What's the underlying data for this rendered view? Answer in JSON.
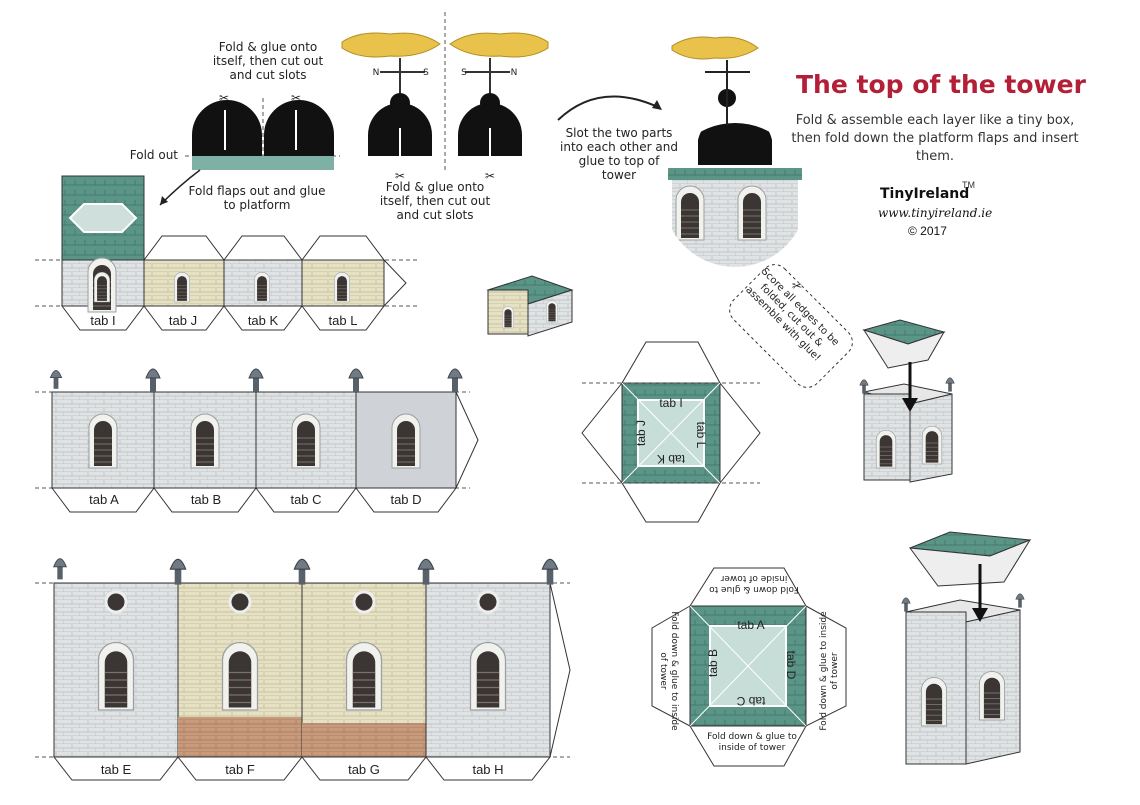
{
  "header": {
    "title": "The top of the tower",
    "description": "Fold & assemble each layer like a tiny box, then fold down the platform flaps and insert them.",
    "brand": "TinyIreland",
    "trademark": "TM",
    "url": "www.tinyireland.ie",
    "copyright": "© 2017"
  },
  "notes": {
    "fold_glue_top": "Fold & glue onto itself, then cut out and cut slots",
    "fold_glue_bottom": "Fold & glue onto itself, then cut out and cut slots",
    "fold_out": "Fold out",
    "fold_flaps": "Fold flaps out and glue to platform",
    "slot_parts": "Slot the two parts into each other and glue to top of tower",
    "score_edges": "Score all edges to be folded, cut out & assemble with glue!",
    "fold_down_top": "Fold down & glue to inside of tower",
    "fold_down_left": "Fold down & glue to inside of tower",
    "fold_down_right": "Fold down & glue to inside of tower",
    "fold_down_bottom": "Fold down & glue to inside of tower"
  },
  "compass": {
    "n": "N",
    "s": "S"
  },
  "tabs_row1": [
    "tab I",
    "tab J",
    "tab K",
    "tab L"
  ],
  "tabs_row2": [
    "tab A",
    "tab B",
    "tab C",
    "tab D"
  ],
  "tabs_row3": [
    "tab E",
    "tab F",
    "tab G",
    "tab H"
  ],
  "platform_small": {
    "top": "tab I",
    "right": "tab L",
    "bottom": "tab K",
    "left": "tab J"
  },
  "platform_large": {
    "top": "tab A",
    "right": "tab D",
    "bottom": "tab C",
    "left": "tab B"
  },
  "colors": {
    "title": "#b21f36",
    "stone": "#d9dde0",
    "roof": "#4f8a7c",
    "fish": "#e8c24a",
    "dark": "#111111"
  }
}
